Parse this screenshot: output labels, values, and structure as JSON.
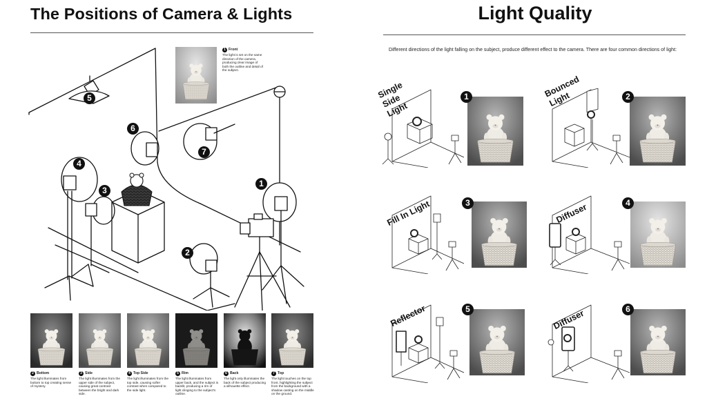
{
  "left": {
    "title": "The Positions of Camera & Lights",
    "front_caption": {
      "num": "1",
      "title": "Front",
      "text": "The light is set on the same direction of the camera, producing clear image of both the outline and detail of the subject."
    },
    "badges": [
      "1",
      "2",
      "3",
      "4",
      "5",
      "6",
      "7"
    ],
    "bottom_captions": [
      {
        "num": "2",
        "title": "Bottom",
        "text": "The light illuminates from bottom to top creating sense of mystery."
      },
      {
        "num": "3",
        "title": "Side",
        "text": "The light illuminates from the upper side of the subject, causing great contrast between the bright and dark side."
      },
      {
        "num": "4",
        "title": "Top Side",
        "text": "The light illuminates from the top side, causing softer contrast when compared to the side light."
      },
      {
        "num": "5",
        "title": "Rim",
        "text": "The light illuminates from upper back, and the subject is backlit, producing a rim of light clinging to the subject's outline."
      },
      {
        "num": "6",
        "title": "Back",
        "text": "The light only illuminates the back of the subject producing a silhouette effect."
      },
      {
        "num": "7",
        "title": "Top",
        "text": "The light touches on the top front, highlighting the subject from the background with a shadow casting on the middle on the ground."
      }
    ]
  },
  "right": {
    "title": "Light Quality",
    "intro": "Different directions of the light falling on the subject, produce different effect to the camera. There are four common directions of light:",
    "panels": [
      {
        "num": "1",
        "label": "Single Side Light"
      },
      {
        "num": "2",
        "label": "Bounced Light"
      },
      {
        "num": "3",
        "label": "Fill In Light"
      },
      {
        "num": "4",
        "label": "Diffuser"
      },
      {
        "num": "5",
        "label": "Reflector"
      },
      {
        "num": "6",
        "label": "Diffuser"
      }
    ]
  }
}
